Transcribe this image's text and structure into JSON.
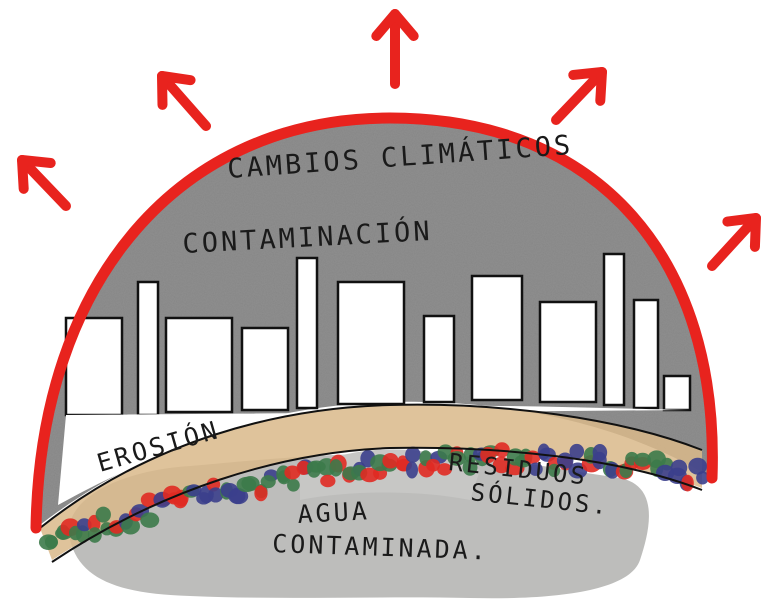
{
  "labels": {
    "climate": "CAMBIOS CLIMÁTICOS",
    "pollution": "CONTAMINACIÓN",
    "erosion": "EROSIÓN",
    "waste_line1": "RESIDUOS",
    "waste_line2": "SÓLIDOS.",
    "water_line1": "AGUA",
    "water_line2": "CONTAMINADA."
  },
  "colors": {
    "dome": "#e8231e",
    "arrows": "#e8231e",
    "sky": "#8f8f8f",
    "water": "#bdbdbb",
    "band": "#d9b98a",
    "dot_red": "#e02a22",
    "dot_green": "#3c7a4a",
    "dot_blue": "#3b3f8c"
  },
  "icons": [
    "arrow-up-icon"
  ]
}
